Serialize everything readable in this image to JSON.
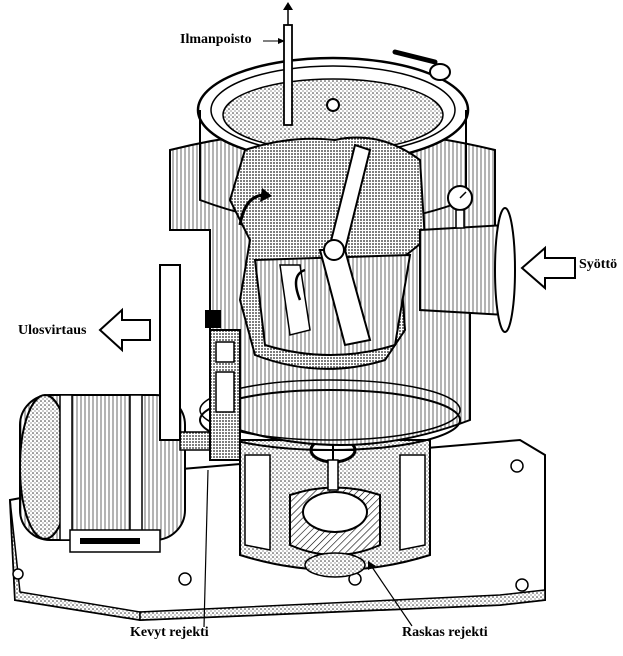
{
  "labels": {
    "air_vent": "Ilmanpoisto",
    "feed": "Syöttö",
    "outflow": "Ulosvirtaus",
    "light_reject": "Kevyt rejekti",
    "heavy_reject": "Raskas rejekti"
  },
  "colors": {
    "ink": "#000000",
    "paper": "#ffffff",
    "stipple": "#9a9a9a"
  }
}
